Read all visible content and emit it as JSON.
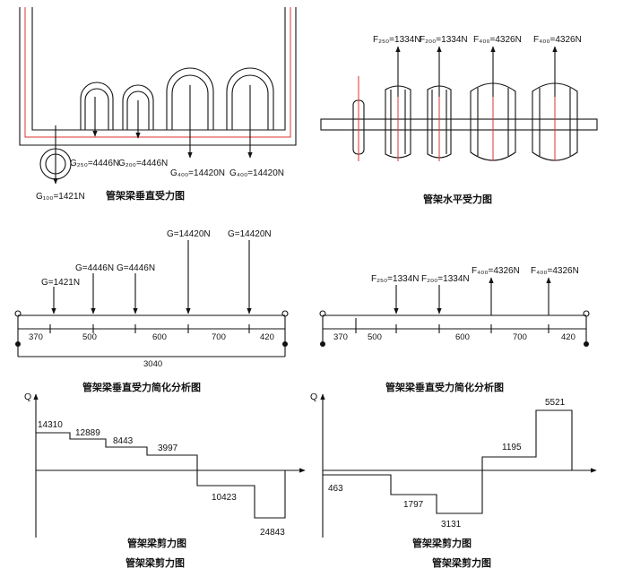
{
  "panels": {
    "top_left": {
      "caption": "管架梁垂直受力图",
      "loads": [
        {
          "label": "G₂₅₀=4446N"
        },
        {
          "label": "G₂₀₀=4446N"
        },
        {
          "label": "G₄₀₀=14420N"
        },
        {
          "label": "G₄₀₀=14420N"
        },
        {
          "label": "G₁₀₀=1421N"
        }
      ]
    },
    "top_right": {
      "caption": "管架水平受力图",
      "loads": [
        {
          "label": "F₂₅₀=1334N"
        },
        {
          "label": "F₂₀₀=1334N"
        },
        {
          "label": "F₄₀₀=4326N"
        },
        {
          "label": "F₄₀₀=4326N"
        }
      ]
    },
    "mid_left": {
      "caption": "管架梁垂直受力简化分析图",
      "loads": [
        {
          "label": "G=1421N"
        },
        {
          "label": "G=4446N"
        },
        {
          "label": "G=4446N"
        },
        {
          "label": "G=14420N"
        },
        {
          "label": "G=14420N"
        }
      ],
      "spans": [
        "370",
        "500",
        "600",
        "700",
        "420"
      ],
      "total": "3040"
    },
    "mid_right": {
      "caption": "管架梁垂直受力简化分析图",
      "loads": [
        {
          "label": "F₂₅₀=1334N"
        },
        {
          "label": "F₂₀₀=1334N"
        },
        {
          "label": "F₄₀₀=4326N"
        },
        {
          "label": "F₄₀₀=4326N"
        }
      ],
      "spans": [
        "370",
        "500",
        "600",
        "700",
        "420"
      ]
    },
    "bottom_left": {
      "caption": "管架梁剪力图",
      "axis_label": "Q",
      "values": [
        "14310",
        "12889",
        "8443",
        "3997",
        "10423",
        "24843"
      ]
    },
    "bottom_right": {
      "caption": "管架梁剪力图",
      "axis_label": "Q",
      "values": [
        "463",
        "1797",
        "3131",
        "1195",
        "5521"
      ]
    }
  },
  "bottom_captions": [
    "管架梁剪力图",
    "管架梁剪力图"
  ]
}
